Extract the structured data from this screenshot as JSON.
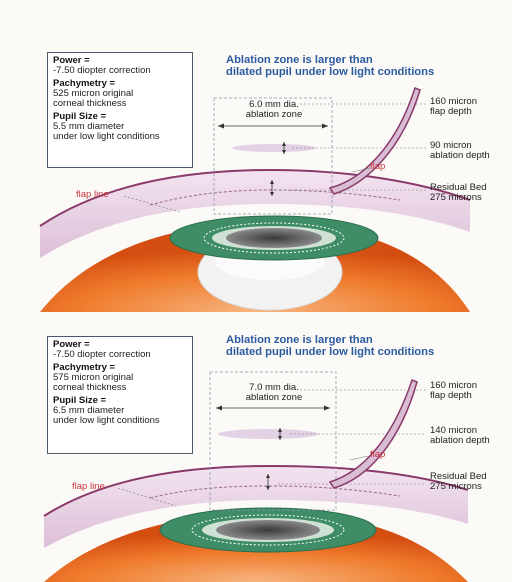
{
  "panels": [
    {
      "info": {
        "power_heading": "Power =",
        "power_text": "-7.50 diopter correction",
        "pachymetry_heading": "Pachymetry =",
        "pachymetry_text_1": "525 micron original",
        "pachymetry_text_2": "corneal thickness",
        "pupil_heading": "Pupil Size =",
        "pupil_text_1": "5.5 mm diameter",
        "pupil_text_2": "under low light conditions"
      },
      "headline_1": "Ablation zone is larger than",
      "headline_2": "dilated pupil under low light conditions",
      "zone_1": "6.0 mm dia.",
      "zone_2": "ablation zone",
      "flap_depth_1": "160 micron",
      "flap_depth_2": "flap depth",
      "ablation_depth_1": "90 micron",
      "ablation_depth_2": "ablation depth",
      "bed_1": "Residual Bed",
      "bed_2": "275 microns",
      "flap": "flap",
      "flap_line": "flap line"
    },
    {
      "info": {
        "power_heading": "Power =",
        "power_text": "-7.50 diopter correction",
        "pachymetry_heading": "Pachymetry =",
        "pachymetry_text_1": "575 micron original",
        "pachymetry_text_2": "corneal thickness",
        "pupil_heading": "Pupil Size =",
        "pupil_text_1": "6.5 mm diameter",
        "pupil_text_2": "under low light conditions"
      },
      "headline_1": "Ablation zone is larger than",
      "headline_2": "dilated pupil under low light conditions",
      "zone_1": "7.0 mm dia.",
      "zone_2": "ablation zone",
      "flap_depth_1": "160 micron",
      "flap_depth_2": "flap depth",
      "ablation_depth_1": "140 micron",
      "ablation_depth_2": "ablation depth",
      "bed_1": "Residual Bed",
      "bed_2": "275 microns",
      "flap": "flap",
      "flap_line": "flap line"
    }
  ],
  "colors": {
    "headline": "#2c5aa0",
    "red_label": "#c8333a",
    "cornea": "#e9d2e6",
    "iris": "#3e8d66",
    "sclera": "#e86a1c",
    "lens": "#eeeeee"
  }
}
